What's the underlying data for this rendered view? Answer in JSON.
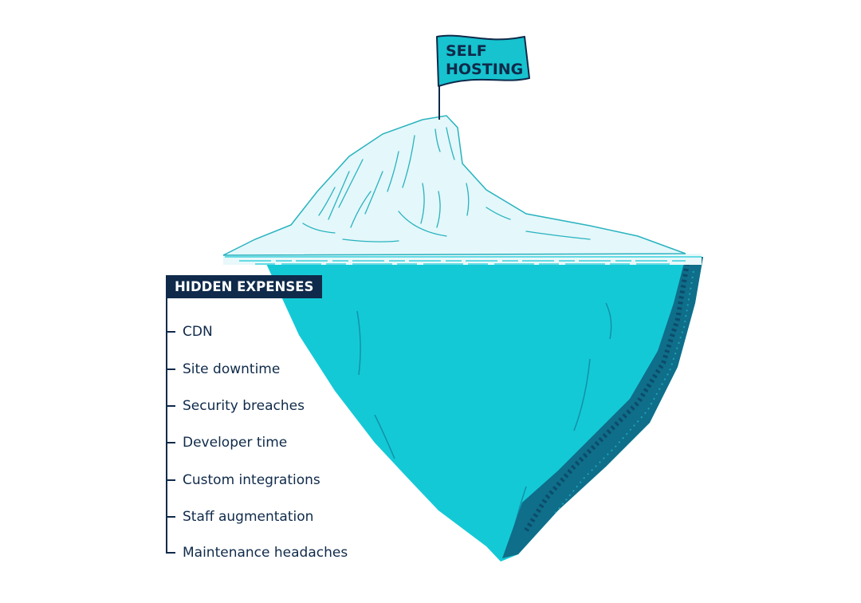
{
  "flag": {
    "line1": "SELF",
    "line2": "HOSTING"
  },
  "legend": {
    "title": "HIDDEN EXPENSES",
    "items": [
      "CDN",
      "Site downtime",
      "Security breaches",
      "Developer time",
      "Custom integrations",
      "Staff augmentation",
      "Maintenance headaches"
    ]
  },
  "colors": {
    "navy": "#0f2a4a",
    "ice_tip": "#e4f7fa",
    "ice_underwater": "#14c9d6",
    "ice_shadow": "#0f6e8a",
    "sketch_lines": "#28b3bf",
    "flag": "#16c3cf"
  }
}
